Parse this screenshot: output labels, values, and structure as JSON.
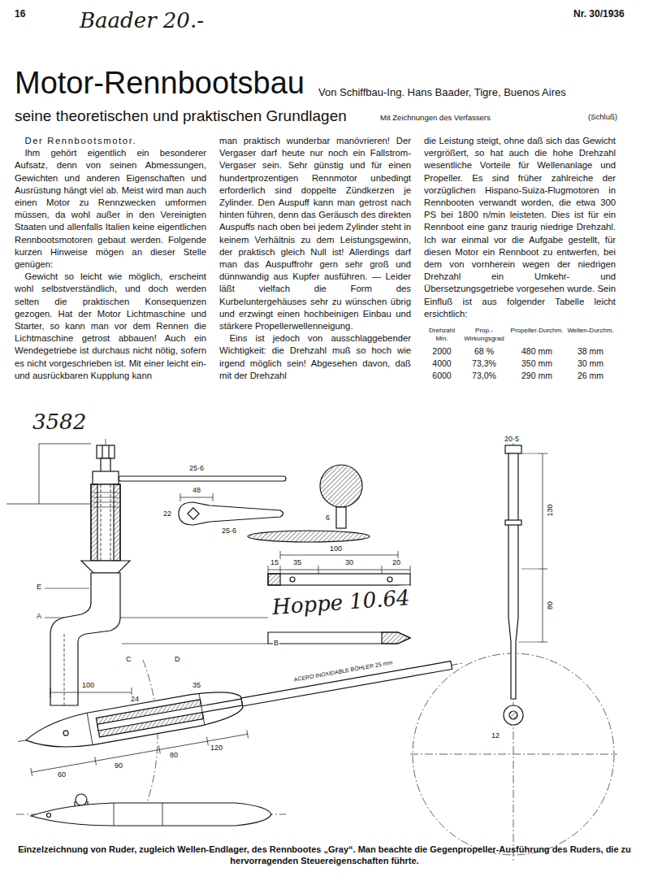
{
  "diagram": {
    "title": "Motor-Rennbootsbau",
    "caption": "Einzelzeichnung von Ruder, zugleich Wellen-Endlager, des Rennbootes „Gray“. Man beachte die Gegenpropeller-Ausführung des Ruders, die zu hervorragenden Steuereigenschaften führte.",
    "labels": [
      "16",
      "Nr. 30/1936",
      "Baader 20.-",
      "Von Schiffbau-Ing. Hans Baader, Tigre, Buenos Aires",
      "seine theoretischen und praktischen Grundlagen",
      "Mit Zeichnungen des Verfassers",
      "(Schluß)",
      "Der Rennbootsmotor.",
      "Ihm gehört eigentlich ein besonderer Aufsatz, denn von seinen Abmessungen, Gewichten und anderen Eigenschaften und Ausrüstung hängt viel ab. Meist wird man auch einen Motor zu Rennzwecken umformen müssen, da wohl außer in den Vereinigten Staaten und allenfalls Italien keine eigentlichen Rennbootsmotoren gebaut werden. Folgende kurzen Hinweise mögen an dieser Stelle genügen:",
      "Gewicht so leicht wie möglich, erscheint wohl selbstverständlich, und doch werden selten die praktischen Konsequenzen gezogen. Hat der Motor Lichtmaschine und Starter, so kann man vor dem Rennen die Lichtmaschine getrost abbauen! Auch ein Wendegetriebe ist durchaus nicht nötig, sofern es nicht vorgeschrieben ist. Mit einer leicht ein- und ausrückbaren Kupplung kann",
      "man praktisch wunderbar manövrieren! Der Vergaser darf heute nur noch ein Fallstrom-Vergaser sein. Sehr günstig und für einen hundertprozentigen Rennmotor unbedingt erforderlich sind doppelte Zündkerzen je Zylinder. Den Auspuff kann man getrost nach hinten führen, denn das Geräusch des direkten Auspuffs nach oben bei jedem Zylinder steht in keinem Verhältnis zu dem Leistungsgewinn, der praktisch gleich Null ist! Allerdings darf man das Auspuffrohr gern sehr groß und dünnwandig aus Kupfer ausführen. — Leider läßt vielfach die Form des Kurbeluntergehäuses sehr zu wünschen übrig und erzwingt einen hochbeinigen Einbau und stärkere Propellerwellenneigung.",
      "Eins ist jedoch von ausschlaggebender Wichtigkeit: die Drehzahl muß so hoch wie irgend möglich sein! Abgesehen davon, daß mit der Drehzahl",
      "die Leistung steigt, ohne daß sich das Gewicht vergrößert, so hat auch die hohe Drehzahl wesentliche Vorteile für Wellenanlage und Propeller. Es sind früher zahlreiche der vorzüglichen Hispano-Suiza-Flugmotoren in Rennbooten verwandt worden, die etwa 300 PS bei 1800 n/min leisteten. Dies ist für ein Rennboot eine ganz traurig niedrige Drehzahl. Ich war einmal vor die Aufgabe gestellt, für diesen Motor ein Rennboot zu entwerfen, bei dem von vornherein wegen der niedrigen Drehzahl ein Umkehr- und Übersetzungsgetriebe vorgesehen wurde. Sein Einfluß ist aus folgender Tabelle leicht ersichtlich:",
      "Drehzahl Min.",
      "Prop.-Wirkungsgrad",
      "Propeller-Durchm.",
      "Wellen-Durchm.",
      "2000",
      "68 %",
      "480 mm",
      "38 mm",
      "4000",
      "73,3%",
      "350 mm",
      "30 mm",
      "6000",
      "73,0%",
      "290 mm",
      "26 mm",
      "3582",
      "Hoppe 10.64",
      "25·6",
      "48",
      "22",
      "25·6",
      "E",
      "A",
      "B",
      "C",
      "D",
      "100",
      "60",
      "24",
      "80",
      "120",
      "35",
      "90",
      "100",
      "15",
      "35",
      "30",
      "20",
      "6",
      "130",
      "80",
      "20·5",
      "12",
      "ACERO INOXIDABLE BÖHLER 25 mm"
    ]
  }
}
